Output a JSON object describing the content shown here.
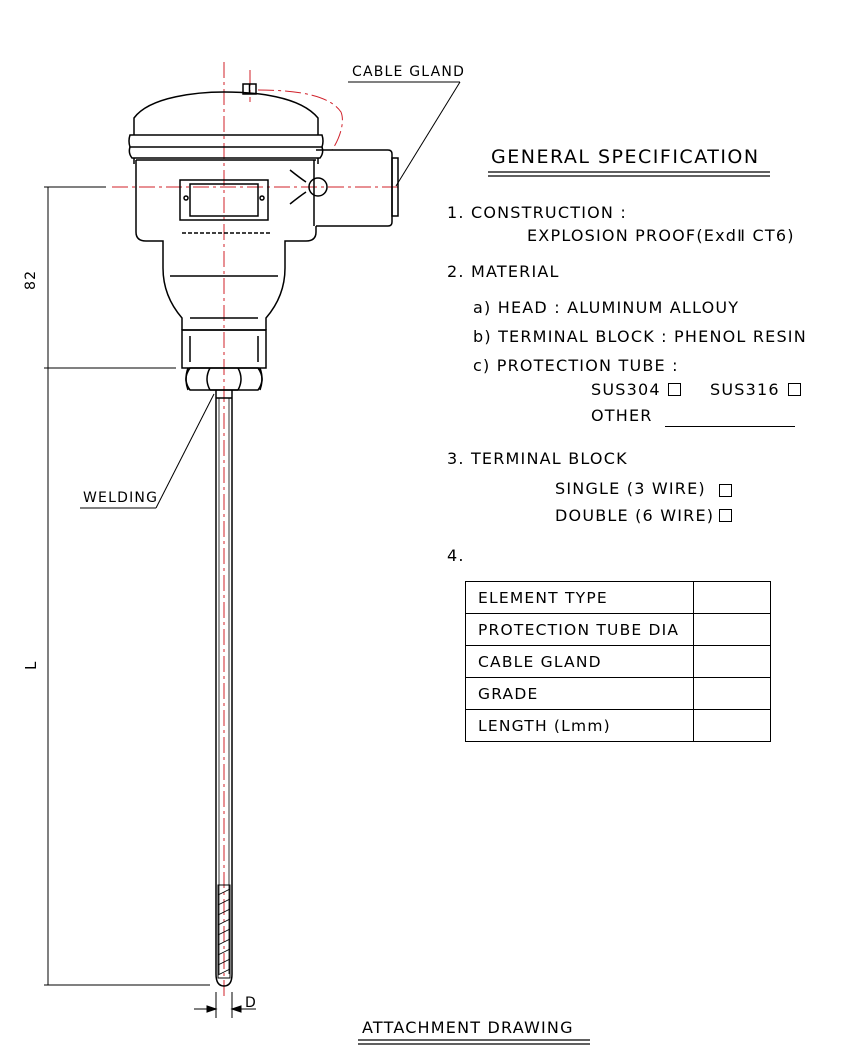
{
  "labels": {
    "cable_gland": "CABLE GLAND",
    "welding": "WELDING",
    "dim_82": "82",
    "dim_L": "L",
    "dim_D": "D",
    "footer": "ATTACHMENT DRAWING"
  },
  "spec": {
    "title": "GENERAL SPECIFICATION",
    "construction_heading": "1. CONSTRUCTION :",
    "construction_value": "EXPLOSION PROOF(ExdⅡ CT6)",
    "material_heading": "2. MATERIAL",
    "material_head": "a) HEAD : ALUMINUM ALLOUY",
    "material_terminal": "b) TERMINAL BLOCK : PHENOL RESIN",
    "material_tube": "c) PROTECTION TUBE :",
    "sus304": "SUS304",
    "sus316": "SUS316",
    "other": "OTHER",
    "terminal_heading": "3. TERMINAL BLOCK",
    "single": "SINGLE (3 WIRE)",
    "double": "DOUBLE (6 WIRE)",
    "item4": "4."
  },
  "table": {
    "rows": [
      {
        "label": "ELEMENT TYPE",
        "value": ""
      },
      {
        "label": "PROTECTION TUBE DIA",
        "value": ""
      },
      {
        "label": "CABLE GLAND",
        "value": ""
      },
      {
        "label": "GRADE",
        "value": ""
      },
      {
        "label": "LENGTH  (Lmm)",
        "value": ""
      }
    ]
  },
  "colors": {
    "line": "#000000",
    "centerline": "#d0202a"
  }
}
